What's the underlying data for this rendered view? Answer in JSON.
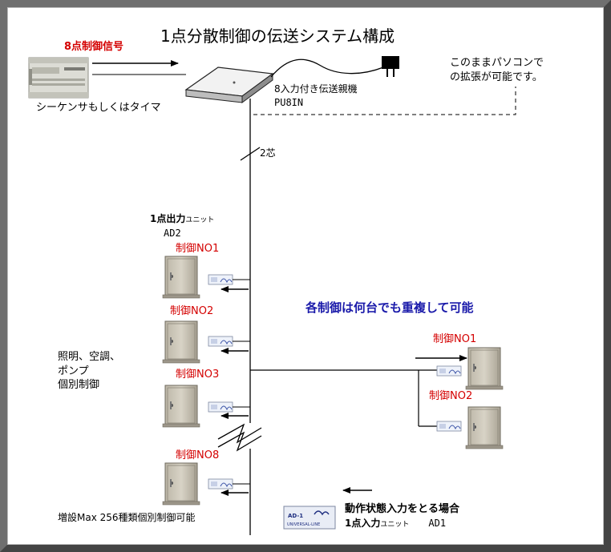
{
  "title": "1点分散制御の伝送システム構成",
  "signal_label": "8点制御信号",
  "sequencer_label": "シーケンサもしくはタイマ",
  "master_label_1": "8入力付き伝送親機",
  "master_label_2": "PU8IN",
  "pc_note_1": "このままパソコンで",
  "pc_note_2": "の拡張が可能です。",
  "wire_label": "2芯",
  "output_unit_label_1a": "1点出力",
  "output_unit_label_1b": "ユニット",
  "output_unit_label_2": "AD2",
  "control_labels": [
    "制御NO1",
    "制御NO2",
    "制御NO3",
    "制御NO8"
  ],
  "equipment_label_1": "照明、空調、",
  "equipment_label_2": "ポンプ",
  "equipment_label_3": "個別制御",
  "multi_control_note": "各制御は何台でも重複して可能",
  "right_control_labels": [
    "制御NO1",
    "制御NO2"
  ],
  "expansion_note": "増設Max 256種類個別制御可能",
  "input_note_1": "動作状態入力をとる場合",
  "input_note_2a": "1点入力",
  "input_note_2b": "ユニット",
  "input_note_2c": "AD1",
  "input_device_text_1": "AD-1",
  "input_device_text_2": "UNIVERSAL-LINE"
}
